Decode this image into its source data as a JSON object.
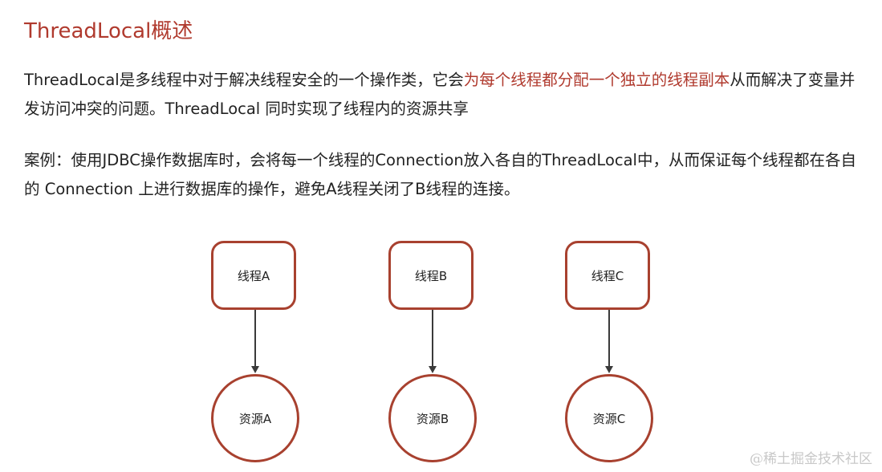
{
  "page": {
    "title": "ThreadLocal概述",
    "paragraph1": {
      "before": "ThreadLocal是多线程中对于解决线程安全的一个操作类，它会",
      "highlight": "为每个线程都分配一个独立的线程副本",
      "after": "从而解决了变量并发访问冲突的问题。ThreadLocal 同时实现了线程内的资源共享"
    },
    "paragraph2": "案例：使用JDBC操作数据库时，会将每一个线程的Connection放入各自的ThreadLocal中，从而保证每个线程都在各自的 Connection 上进行数据库的操作，避免A线程关闭了B线程的连接。"
  },
  "diagram": {
    "threads": [
      "线程A",
      "线程B",
      "线程C"
    ],
    "resources": [
      "资源A",
      "资源B",
      "资源C"
    ]
  },
  "colors": {
    "accent": "#b03a2e",
    "node_border": "#a8412f"
  },
  "watermark": "@稀土掘金技术社区"
}
